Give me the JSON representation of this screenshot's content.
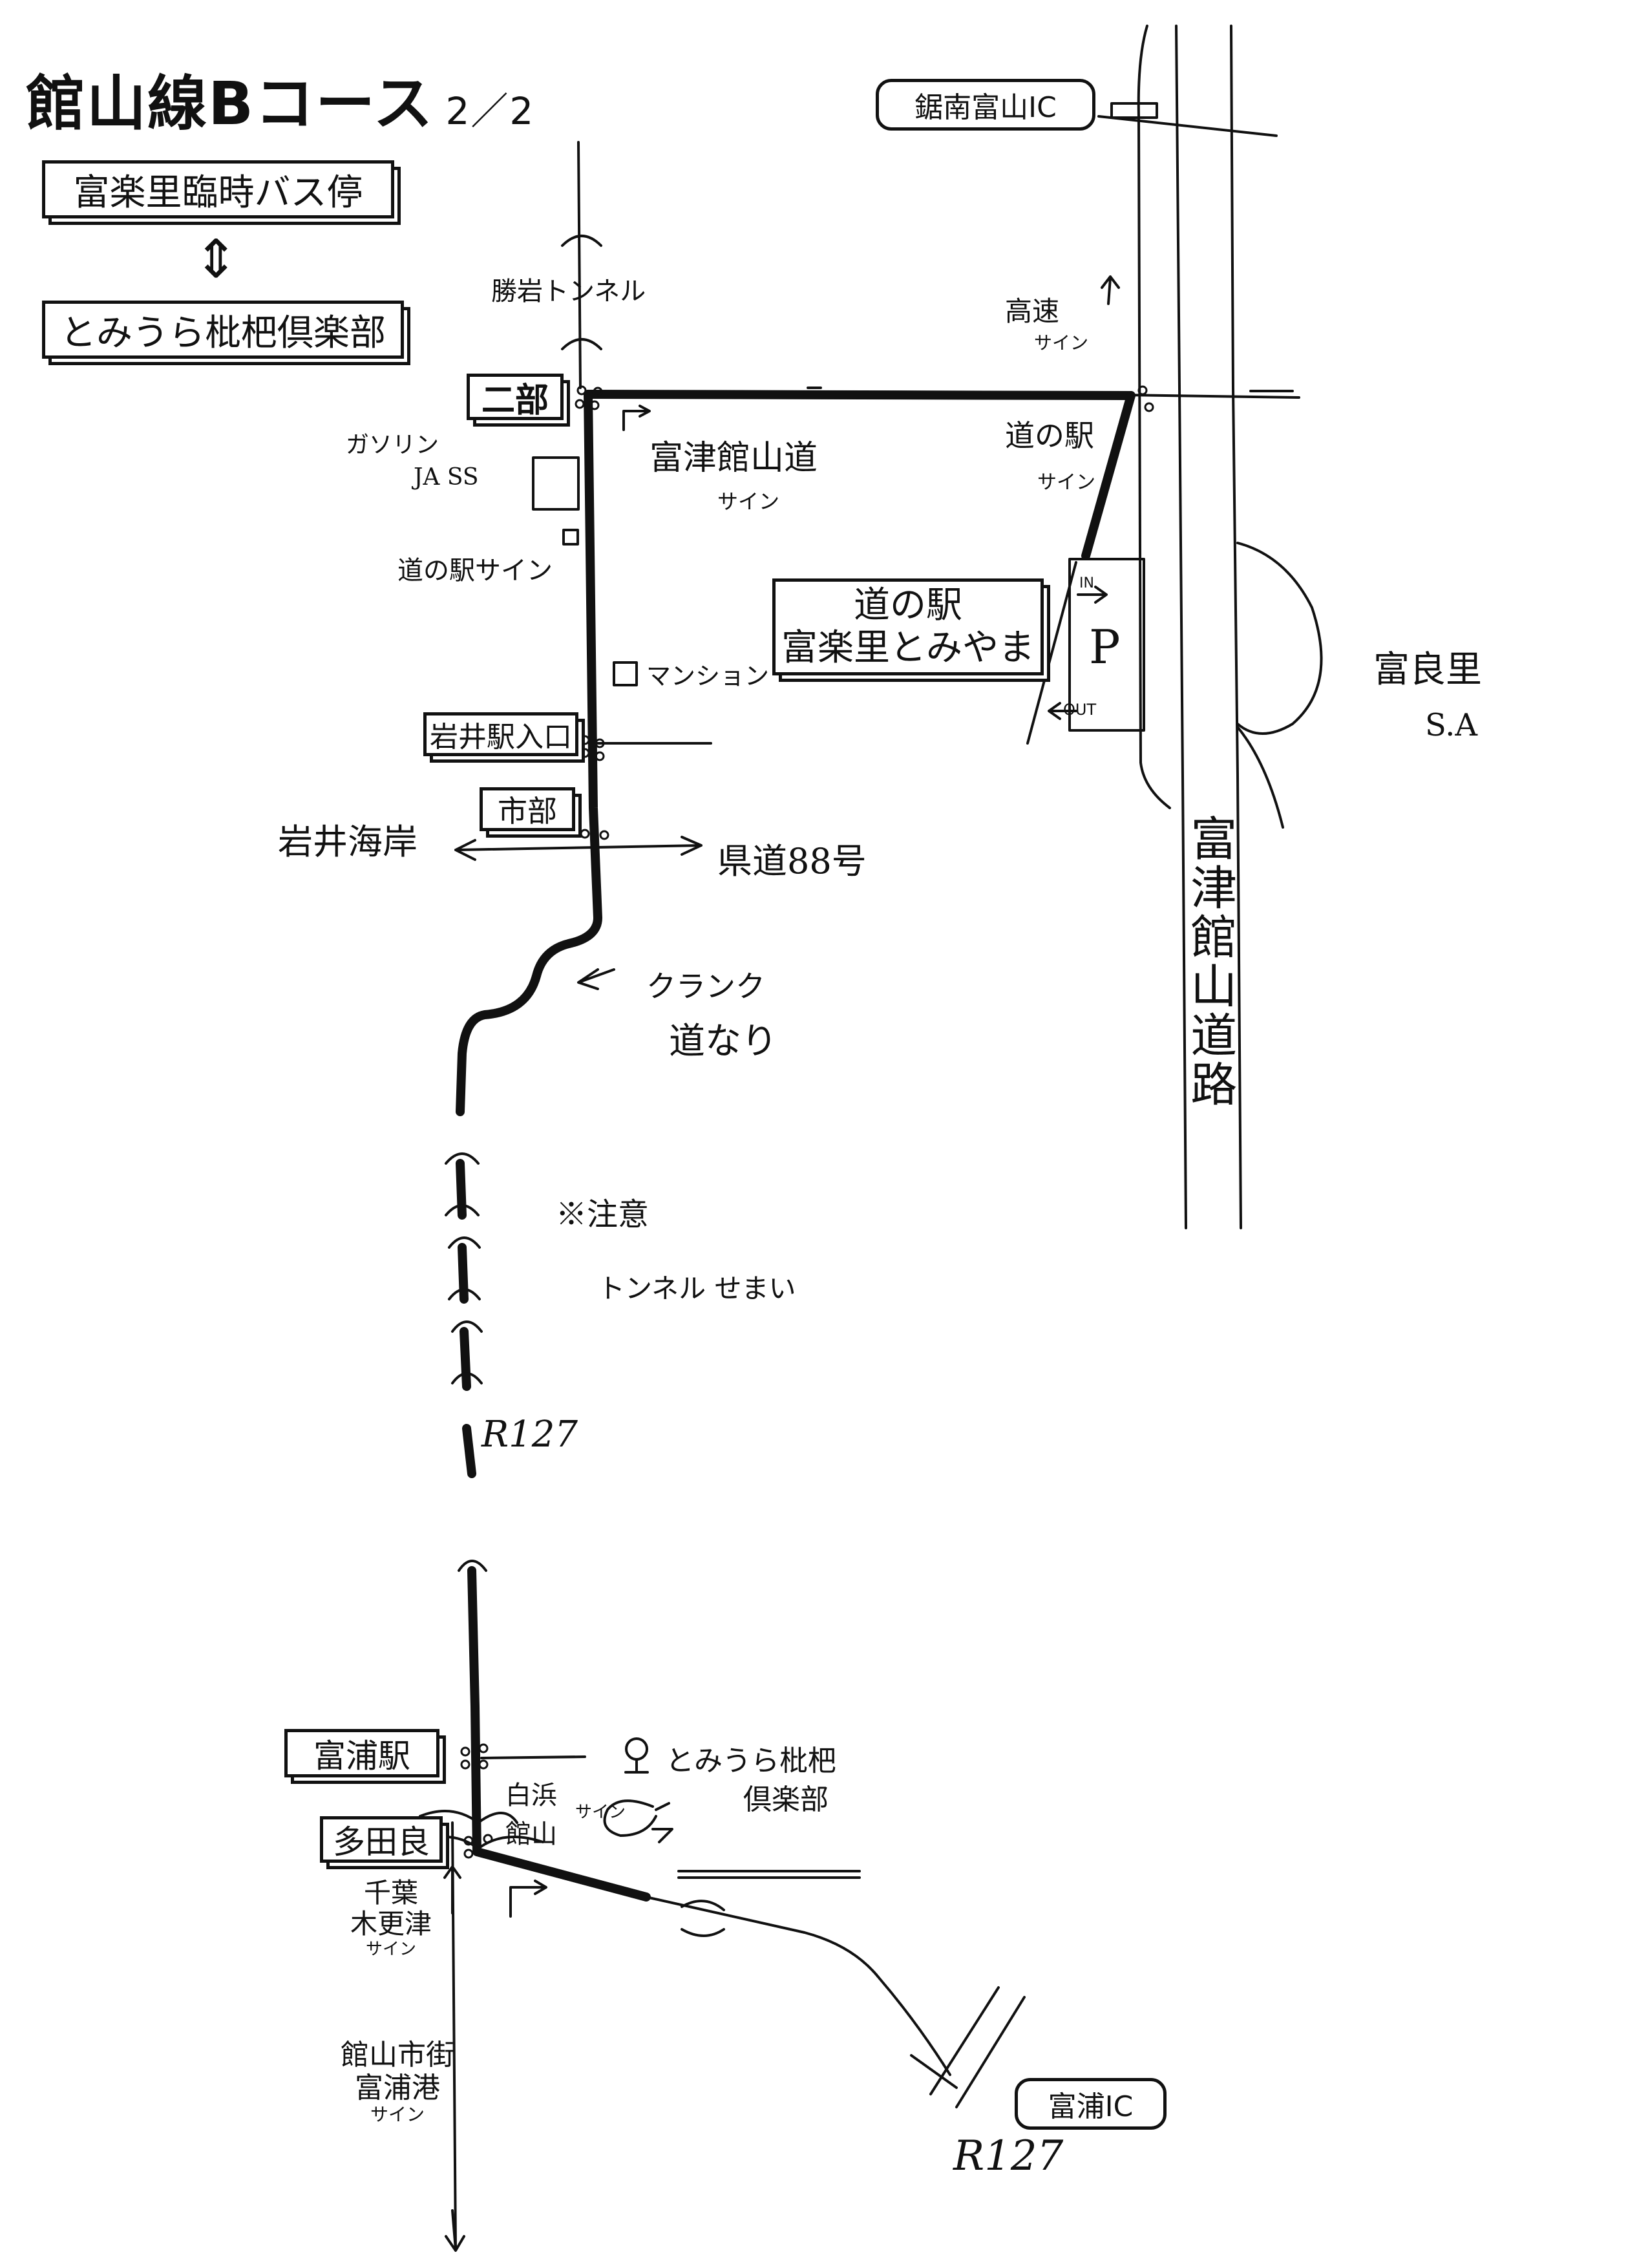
{
  "header": {
    "title": "館山線Bコース",
    "page": "2／2"
  },
  "route": {
    "from": "富楽里臨時バス停",
    "swap_symbol": "⇕",
    "to": "とみうら枇杷倶楽部"
  },
  "destination": {
    "line1": "道の駅",
    "line2": "富楽里とみやま"
  },
  "parking": {
    "symbol": "P",
    "in": "IN",
    "out": "OUT"
  },
  "bus_stops": {
    "nibu": "二部",
    "iwaieki_iriguchi": "岩井駅入口",
    "ichibu": "市部",
    "tomiura_eki": "富浦駅",
    "tatara": "多田良"
  },
  "interchanges": {
    "kyonan_tomiyama": "鋸南富山IC",
    "tomiura": "富浦IC"
  },
  "labels": {
    "katsuiwa_tunnel": "勝岩トンネル",
    "gasoline_1": "ガソリン",
    "gasoline_2": "JA SS",
    "michinoeki_sign_left": "道の駅サイン",
    "tomitsu_sign_1": "富津館山道",
    "tomitsu_sign_2": "サイン",
    "kousoku_sign_1": "高速",
    "kousoku_sign_2": "サイン",
    "michinoeki_sign_right_1": "道の駅",
    "michinoeki_sign_right_2": "サイン",
    "mansion": "マンション",
    "iwai_kaigan": "岩井海岸",
    "kendo_88": "県道88号",
    "crank_1": "クランク",
    "crank_2": "道なり",
    "caution_1": "※注意",
    "caution_2": "トンネル せまい",
    "r127_top": "R127",
    "r127_bottom": "R127",
    "expressway": "富津館山道路",
    "tomiyoshi_sa_1": "富良里",
    "tomiyoshi_sa_2": "S.A",
    "chiba_sign_1": "千葉",
    "chiba_sign_2": "木更津",
    "chiba_sign_3": "サイン",
    "shirahama_sign_1": "白浜",
    "shirahama_sign_2": "館山",
    "shirahama_sign_3": "サイン",
    "biwa_club_1": "とみうら枇杷",
    "biwa_club_2": "倶楽部",
    "tateyama_sign_1": "館山市街",
    "tateyama_sign_2": "富浦港",
    "tateyama_sign_3": "サイン"
  },
  "colors": {
    "ink": "#111111",
    "paper": "#ffffff"
  }
}
